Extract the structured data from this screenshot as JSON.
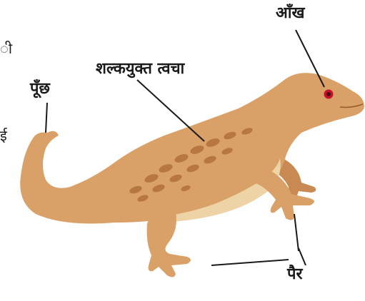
{
  "labels": {
    "eye": "आँख",
    "scaly_skin": "शल्कयुक्त त्वचा",
    "tail": "पूँछ",
    "legs": "पैर"
  },
  "margin_fragments": [
    "ी",
    "ई"
  ],
  "colors": {
    "body": "#d9a068",
    "body_shadow": "#c88a52",
    "belly": "#eed3a6",
    "spots": "#b8773e",
    "eye": "#c8102e",
    "line": "#1a1a1a"
  }
}
